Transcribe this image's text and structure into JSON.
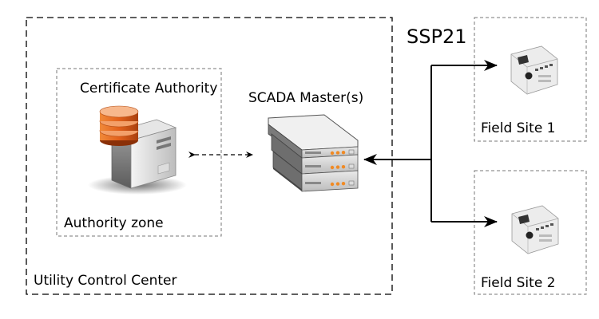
{
  "diagram": {
    "protocol_label": "SSP21",
    "utility_zone_label": "Utility Control Center",
    "authority_zone_label": "Authority zone",
    "certificate_authority_label": "Certificate Authority",
    "scada_master_label": "SCADA Master(s)",
    "field_sites": [
      {
        "label": "Field Site 1"
      },
      {
        "label": "Field Site 2"
      }
    ],
    "colors": {
      "database_orange": "#e2611c",
      "server_gray": "#c8c8c8",
      "led_orange": "#f08a24",
      "line": "#000000"
    }
  }
}
